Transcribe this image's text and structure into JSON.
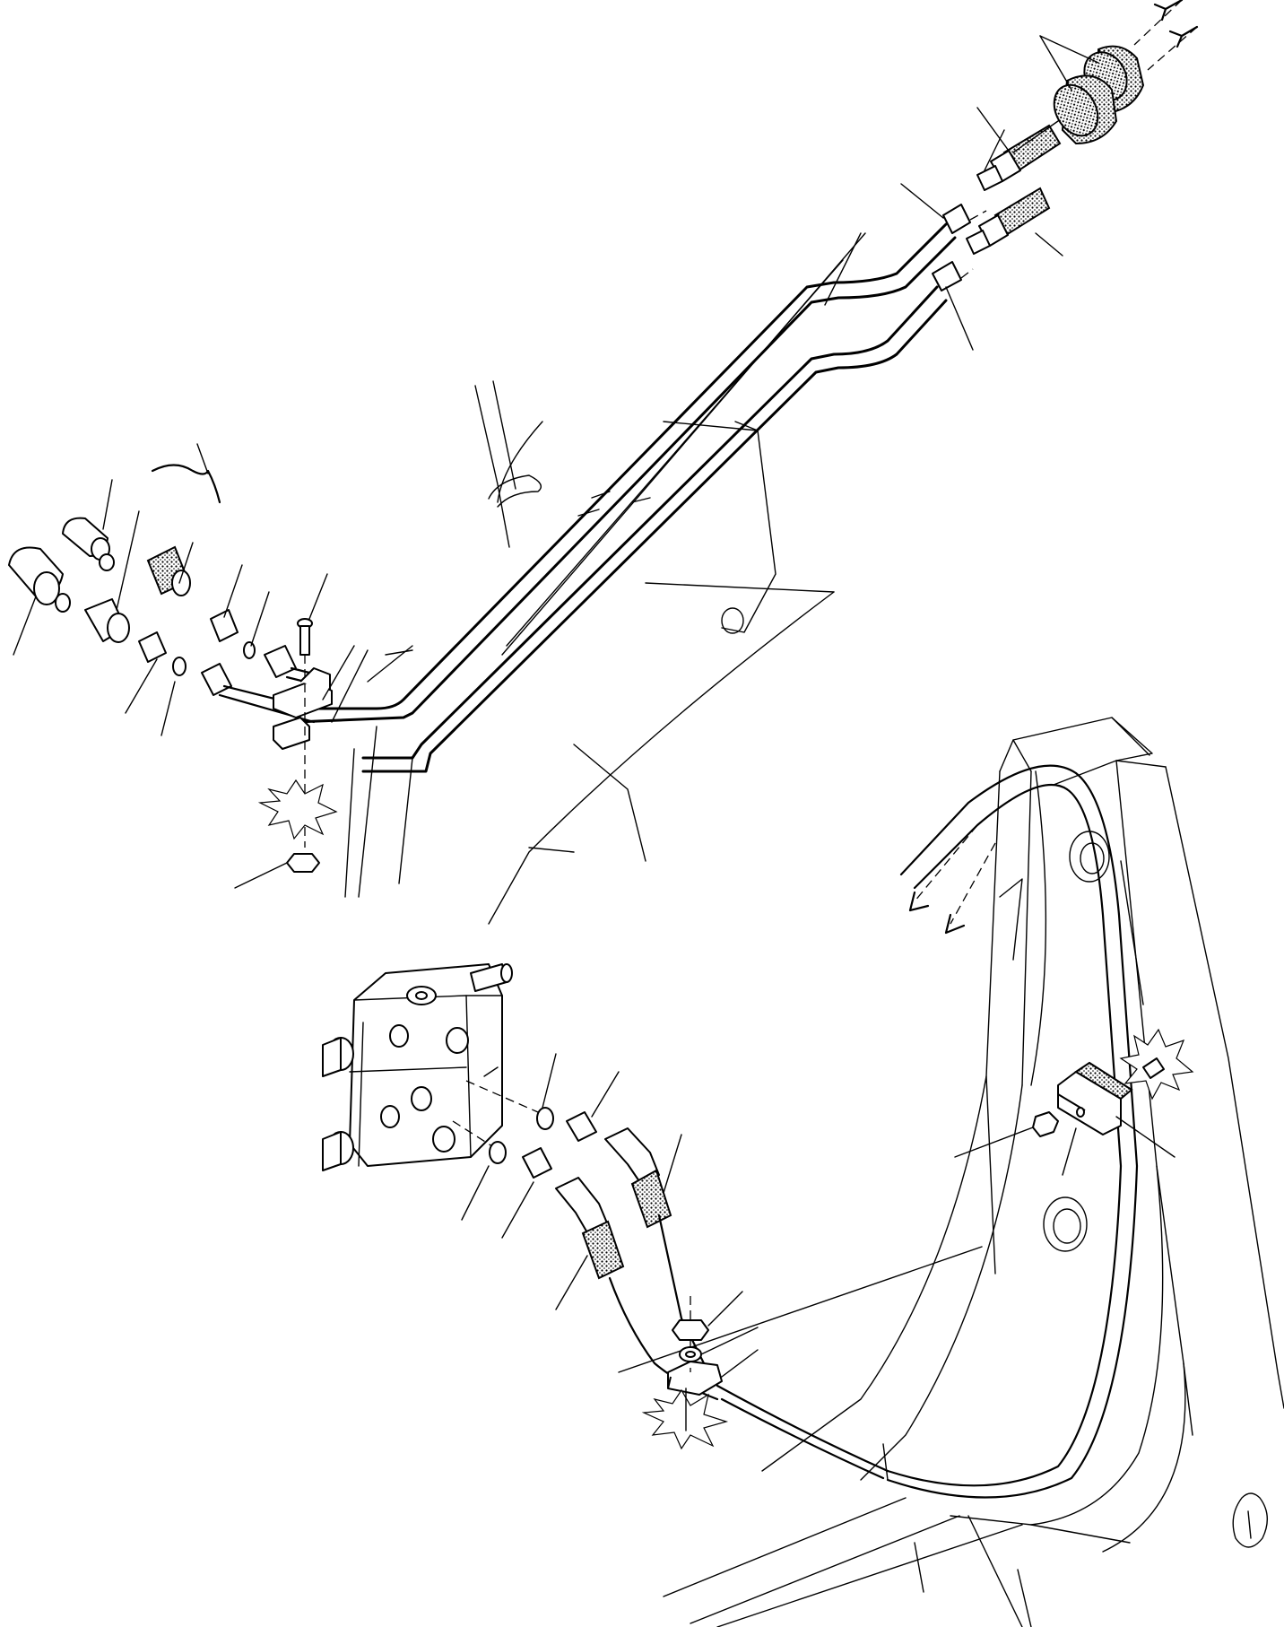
{
  "diagram": {
    "background_color": "#ffffff",
    "line_color": "#000000",
    "parts": [
      "quick-coupler-pair",
      "coupler-nipple-upper",
      "coupler-nipple-lower",
      "hydraulic-tube-upper",
      "hydraulic-tube-lower",
      "dust-cap-set",
      "socket",
      "adapter",
      "o-ring",
      "tube-clamp",
      "clamp-bolt",
      "clamp-nut",
      "control-valve",
      "hose-elbow",
      "hose-clamp",
      "washer",
      "frame-clamp"
    ]
  }
}
